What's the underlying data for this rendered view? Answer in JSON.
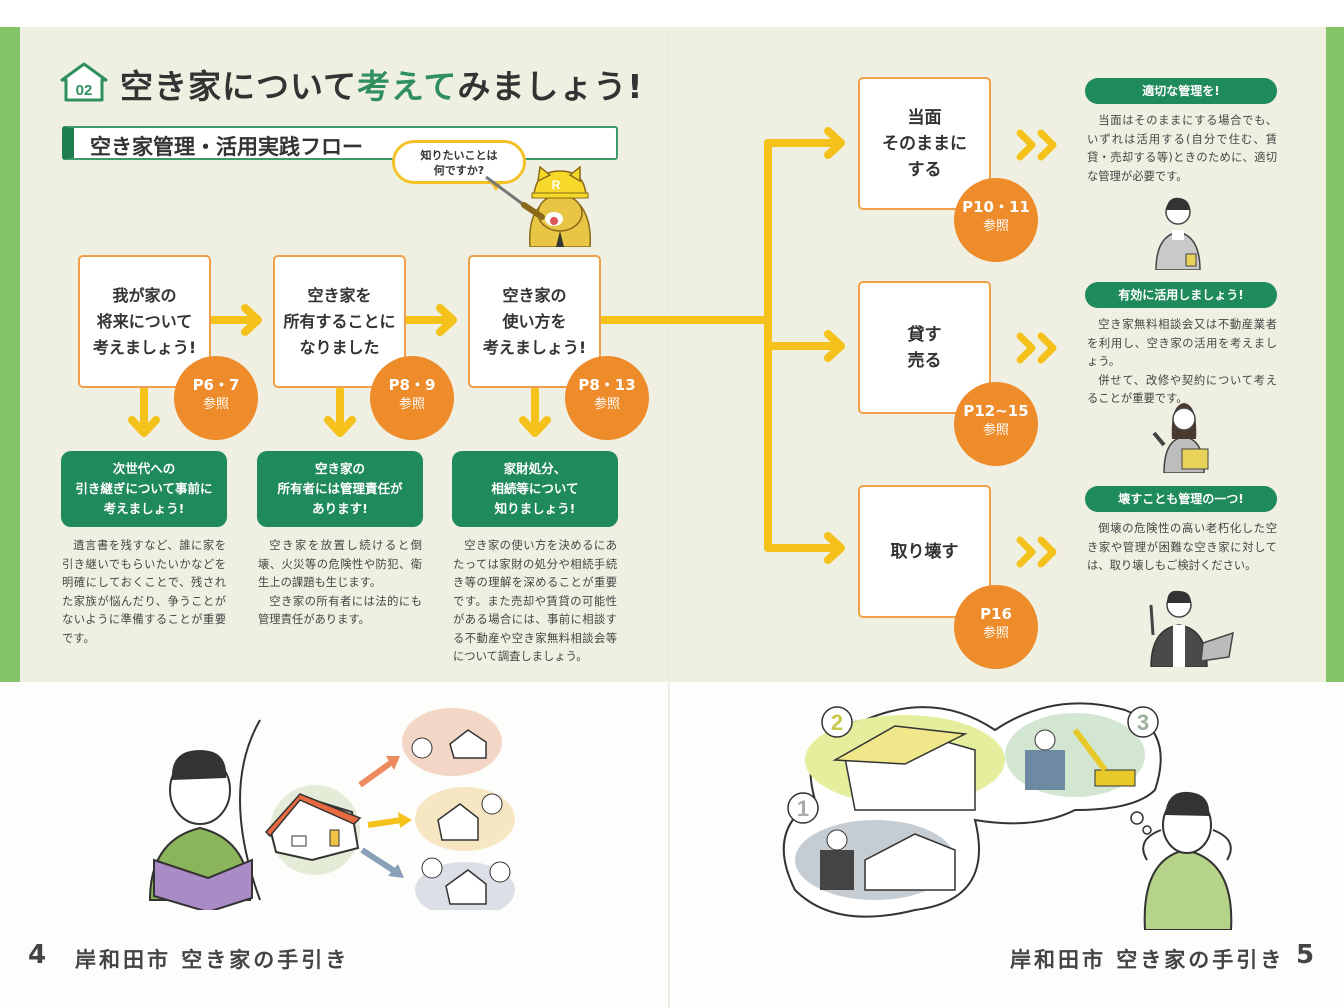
{
  "left_page": {
    "section_number": "02",
    "title_pre": "空き家について",
    "title_highlight": "考えて",
    "title_post": "みましょう!",
    "subheading": "空き家管理・活用実践フロー",
    "mascot_speech": "知りたいことは何ですか?",
    "mascot_badge": "R",
    "steps": [
      {
        "box_lines": [
          "我が家の",
          "将来について",
          "考えましょう!"
        ],
        "ref_page": "P6・7",
        "ref_label": "参照",
        "green_lines": [
          "次世代への",
          "引き継ぎについて事前に",
          "考えましょう!"
        ],
        "body": "遺言書を残すなど、誰に家を引き継いでもらいたいかなどを明確にしておくことで、残された家族が悩んだり、争うことがないように準備することが重要です。"
      },
      {
        "box_lines": [
          "空き家を",
          "所有することに",
          "なりました"
        ],
        "ref_page": "P8・9",
        "ref_label": "参照",
        "green_lines": [
          "空き家の",
          "所有者には管理責任が",
          "あります!"
        ],
        "body": "空き家を放置し続けると倒壊、火災等の危険性や防犯、衛生上の課題も生じます。",
        "body2": "空き家の所有者には法的にも管理責任があります。"
      },
      {
        "box_lines": [
          "空き家の",
          "使い方を",
          "考えましょう!"
        ],
        "ref_page": "P8・13",
        "ref_label": "参照",
        "green_lines": [
          "家財処分、",
          "相続等について",
          "知りましょう!"
        ],
        "body": "空き家の使い方を決めるにあたっては家財の処分や相続手続き等の理解を深めることが重要です。また売却や賃貸の可能性がある場合には、事前に相談する不動産や空き家無料相談会等について調査しましょう。"
      }
    ],
    "footer_page_number": "4",
    "footer_title": "岸和田市 空き家の手引き"
  },
  "right_page": {
    "options": [
      {
        "box_lines": [
          "当面",
          "そのままに",
          "する"
        ],
        "ref_page": "P10・11",
        "ref_label": "参照",
        "pill": "適切な管理を!",
        "body": "当面はそのままにする場合でも、いずれは活用する(自分で住む、賃貸・売却する等)ときのために、適切な管理が必要です。"
      },
      {
        "box_lines": [
          "貸す",
          "売る"
        ],
        "ref_page": "P12~15",
        "ref_label": "参照",
        "pill": "有効に活用しましょう!",
        "body": "空き家無料相談会又は不動産業者を利用し、空き家の活用を考えましょう。",
        "body2": "併せて、改修や契約について考えることが重要です。"
      },
      {
        "box_lines": [
          "取り壊す"
        ],
        "ref_page": "P16",
        "ref_label": "参照",
        "pill": "壊すことも管理の一つ!",
        "body": "倒壊の危険性の高い老朽化した空き家や管理が困難な空き家に対しては、取り壊しもご検討ください。"
      }
    ],
    "thought_numbers": [
      "1",
      "2",
      "3"
    ],
    "footer_title": "岸和田市 空き家の手引き",
    "footer_page_number": "5"
  },
  "colors": {
    "page_bg": "#f0f0e2",
    "accent_green": "#1f8a5b",
    "side_strip": "#86c46a",
    "box_border": "#f0a04a",
    "ref_circle": "#ee8b2a",
    "arrow": "#f5c21b"
  }
}
